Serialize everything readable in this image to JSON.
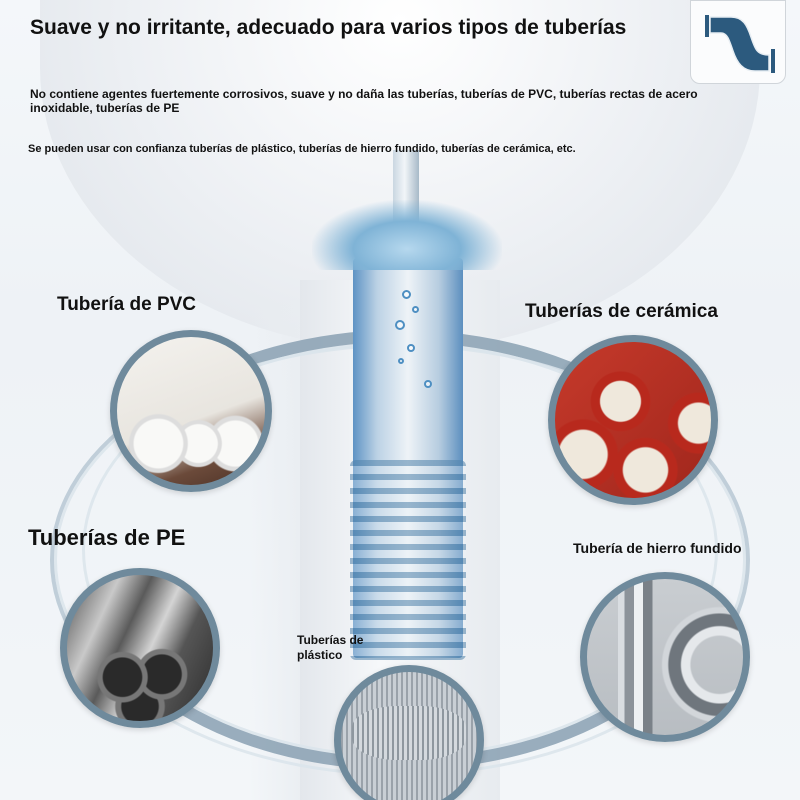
{
  "header": {
    "title": "Suave y no irritante, adecuado para varios tipos de tuberías",
    "description_1": "No contiene agentes fuertemente corrosivos, suave y no daña las tuberías, tuberías de PVC, tuberías rectas de acero inoxidable, tuberías de PE",
    "description_2": "Se pueden usar con confianza tuberías de plástico, tuberías de hierro fundido, tuberías de cerámica, etc."
  },
  "logo": {
    "icon": "pipe-elbow-icon",
    "color": "#2c5a7e"
  },
  "pipe_types": [
    {
      "label": "Tubería de PVC",
      "image": "white-pvc-pipes"
    },
    {
      "label": "Tuberías de cerámica",
      "image": "red-ceramic-pipes"
    },
    {
      "label": "Tuberías de PE",
      "image": "gray-pe-pipes"
    },
    {
      "label": "Tubería de hierro fundido",
      "image": "chrome-iron-pipes"
    },
    {
      "label": "Tuberías de plástico",
      "image": "corrugated-plastic-hose"
    }
  ],
  "colors": {
    "arc": "#8aa1b3",
    "circle_border": "#6f8a9c",
    "water": "#5e93c4",
    "text": "#111111"
  }
}
